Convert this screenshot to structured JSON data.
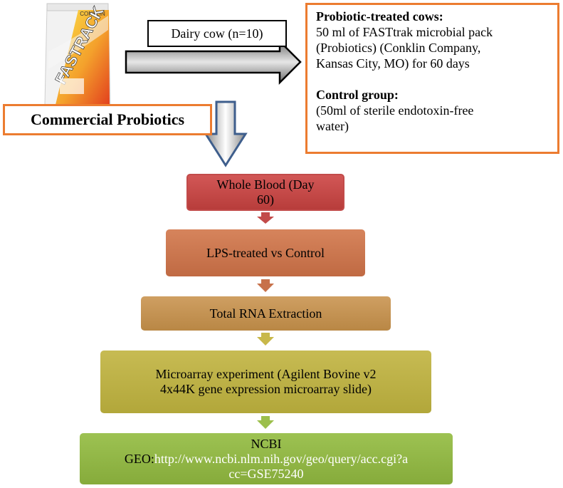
{
  "product": {
    "brand_small": "CONKLIN",
    "brand_large": "FASTRACK"
  },
  "top": {
    "dairy_label": "Dairy cow (n=10)",
    "commercial_label": "Commercial Probiotics"
  },
  "info": {
    "treated_heading": "Probiotic-treated cows:",
    "treated_lines": [
      "50 ml of FASTtrak microbial pack",
      "(Probiotics) (Conklin Company,",
      "Kansas City, MO) for 60 days"
    ],
    "control_heading": "Control group:",
    "control_lines": [
      "(50ml of sterile endotoxin-free",
      "water)"
    ]
  },
  "steps": [
    {
      "lines": [
        "Whole Blood (Day",
        "60)"
      ]
    },
    {
      "lines": [
        "LPS-treated vs Control"
      ]
    },
    {
      "lines": [
        "Total RNA Extraction"
      ]
    },
    {
      "lines": [
        "Microarray experiment (Agilent Bovine v2",
        "4x44K gene expression microarray slide)"
      ]
    },
    {
      "title": "NCBI",
      "prefix": "GEO:",
      "url_line1": "http://www.ncbi.nlm.nih.gov/geo/query/acc.cgi?a",
      "url_line2": "cc=GSE75240"
    }
  ],
  "colors": {
    "accent_border": "#ec7c30",
    "step1": "#c24b4a",
    "step2": "#c7714a",
    "step3": "#c08e4e",
    "step4": "#b9ae45",
    "step5": "#8fb545",
    "big_arrow": "#3e5e8c"
  }
}
